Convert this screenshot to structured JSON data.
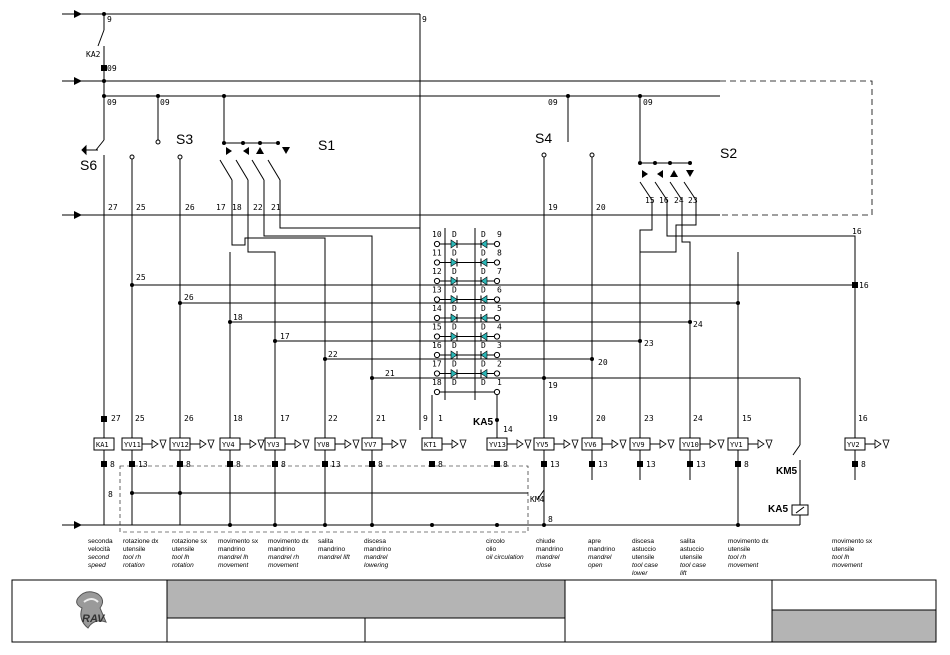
{
  "switch_labels": {
    "s1": "S1",
    "s2": "S2",
    "s3": "S3",
    "s4": "S4",
    "s6": "S6"
  },
  "relay_labels": {
    "ka2": "KA2",
    "ka5_top": "KA5",
    "ka5_bottom": "KA5",
    "km5": "KM5",
    "km4": "KM4"
  },
  "terminal_labels": {
    "t9": "9",
    "t09": "09",
    "t27": "27",
    "t25": "25",
    "t26": "26",
    "t17": "17",
    "t18": "18",
    "t22": "22",
    "t21": "21",
    "t19": "19",
    "t20": "20",
    "t15": "15",
    "t16": "16",
    "t24": "24",
    "t23": "23",
    "t1": "1",
    "t14": "14",
    "t13": "13",
    "t8": "8",
    "t20s": "20"
  },
  "diode_matrix": {
    "left_rows": [
      "10",
      "11",
      "12",
      "13",
      "14",
      "15",
      "16",
      "17",
      "18"
    ],
    "right_rows": [
      "9",
      "8",
      "7",
      "6",
      "5",
      "4",
      "3",
      "2",
      "1"
    ],
    "col_marker": "D"
  },
  "components": [
    "KA1",
    "YV11",
    "YV12",
    "YV4",
    "YV3",
    "YV8",
    "YV7",
    "KT1",
    "YV13",
    "YV5",
    "YV6",
    "YV9",
    "YV10",
    "YV1",
    "YV2"
  ],
  "captions": [
    {
      "it": [
        "seconda",
        "velocità"
      ],
      "en": [
        "second",
        "speed"
      ]
    },
    {
      "it": [
        "rotazione dx",
        "utensile"
      ],
      "en": [
        "tool rh",
        "rotation"
      ]
    },
    {
      "it": [
        "rotazione sx",
        "utensile"
      ],
      "en": [
        "tool lh",
        "rotation"
      ]
    },
    {
      "it": [
        "movimento sx",
        "mandrino"
      ],
      "en": [
        "mandrel lh",
        "movement"
      ]
    },
    {
      "it": [
        "movimento dx",
        "mandrino"
      ],
      "en": [
        "mandrel rh",
        "movement"
      ]
    },
    {
      "it": [
        "salita",
        "mandrino"
      ],
      "en": [
        "mandrel lift"
      ]
    },
    {
      "it": [
        "discesa",
        "mandrino"
      ],
      "en": [
        "mandrel",
        "lowering"
      ]
    },
    {
      "it": [
        "circolo",
        "olio"
      ],
      "en": [
        "oil circulation"
      ]
    },
    {
      "it": [
        "chiude",
        "mandrino"
      ],
      "en": [
        "mandrel",
        "close"
      ]
    },
    {
      "it": [
        "apre",
        "mandrino"
      ],
      "en": [
        "mandrel",
        "open"
      ]
    },
    {
      "it": [
        "discesa",
        "astuccio",
        "utensile"
      ],
      "en": [
        "tool case",
        "lower"
      ]
    },
    {
      "it": [
        "salita",
        "astuccio",
        "utensile"
      ],
      "en": [
        "tool case",
        "lift"
      ]
    },
    {
      "it": [
        "movimento dx",
        "utensile"
      ],
      "en": [
        "tool rh",
        "movement"
      ]
    },
    {
      "it": [
        "movimento sx",
        "utensile"
      ],
      "en": [
        "tool lh",
        "movement"
      ]
    }
  ],
  "colors": {
    "line": "#000000",
    "diode": "#2bb6b6",
    "title_fill": "#b4b4b4"
  }
}
